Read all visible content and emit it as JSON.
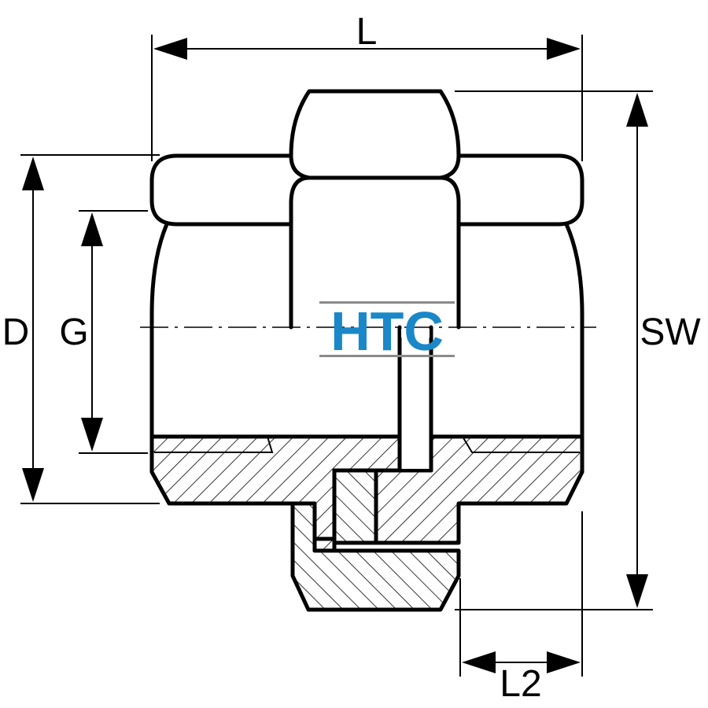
{
  "labels": {
    "L": "L",
    "D": "D",
    "G": "G",
    "SW": "SW",
    "L2": "L2"
  },
  "logo": {
    "text": "HTC",
    "color": "#1a87c8",
    "rule_color": "#8a8a8a"
  },
  "colors": {
    "line": "#000000",
    "background": "#ffffff"
  }
}
